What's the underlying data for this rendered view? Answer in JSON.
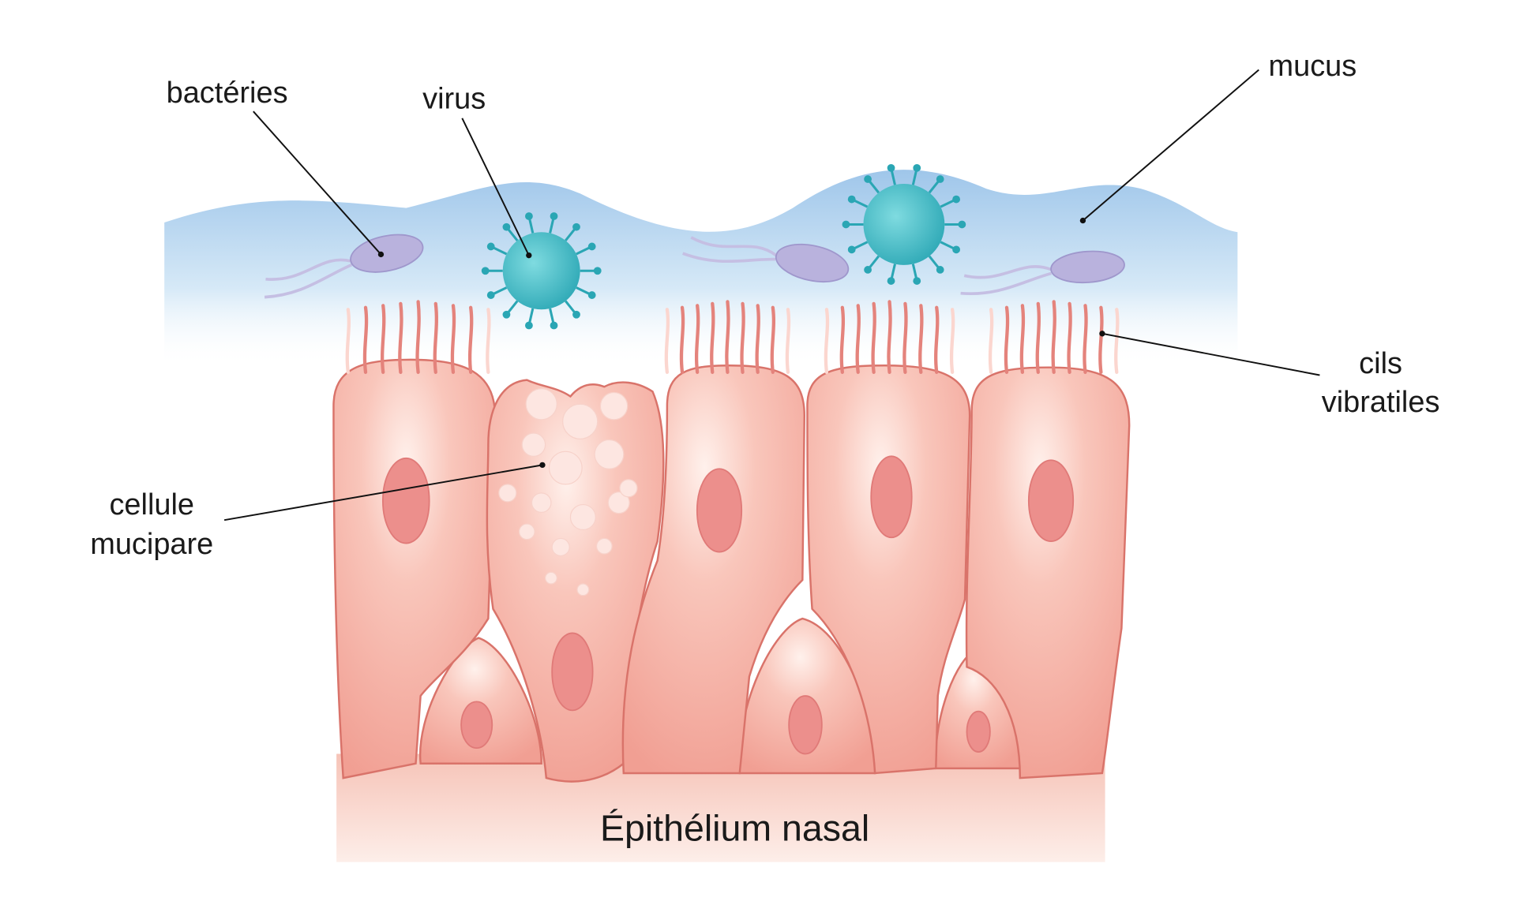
{
  "title": "Épithélium nasal",
  "labels": {
    "bacteria": "bactéries",
    "virus": "virus",
    "mucus": "mucus",
    "cilia_line1": "cils",
    "cilia_line2": "vibratiles",
    "goblet_line1": "cellule",
    "goblet_line2": "mucipare"
  },
  "colors": {
    "mucus": "#a9cdeb",
    "cell": "#f5b3a8",
    "nucleus": "#ec8f8c",
    "virus": "#3bb3c0",
    "bacteria": "#b9b2dd",
    "base": "#fbe0d8"
  }
}
